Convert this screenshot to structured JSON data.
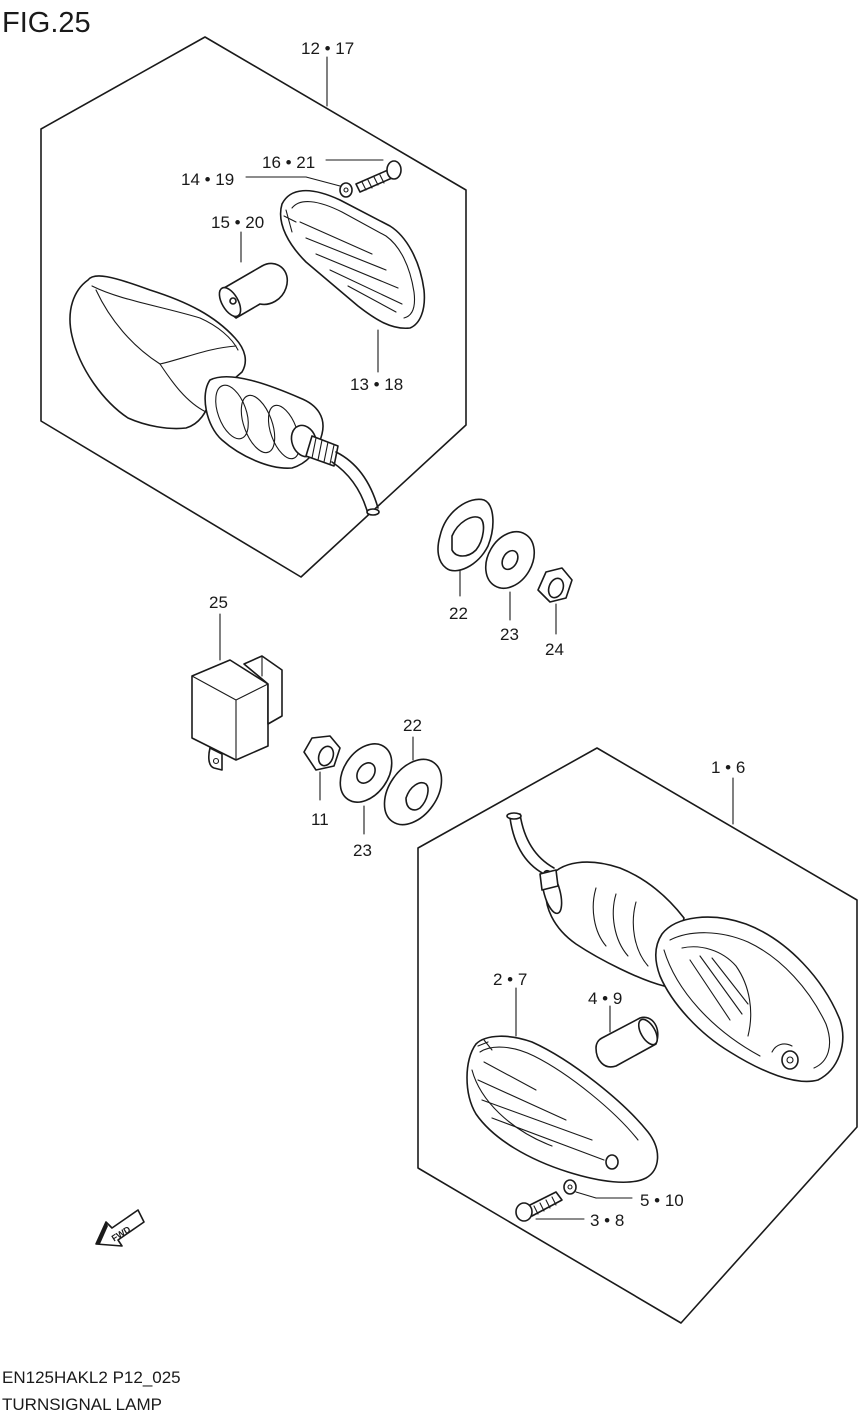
{
  "figure": {
    "title": "FIG.25",
    "model_code": "EN125HAKL2 P12_025",
    "caption": "TURNSIGNAL LAMP"
  },
  "callouts": {
    "c12_17": "12 • 17",
    "c16_21": "16 • 21",
    "c14_19": "14 • 19",
    "c15_20": "15 • 20",
    "c13_18": "13 • 18",
    "c22a": "22",
    "c23a": "23",
    "c24": "24",
    "c25": "25",
    "c22b": "22",
    "c11": "11",
    "c23b": "23",
    "c1_6": "1 • 6",
    "c2_7": "2 • 7",
    "c4_9": "4 • 9",
    "c5_10": "5 • 10",
    "c3_8": "3 • 8"
  },
  "fwd_mark": "FWD",
  "icons": [
    "fwd-arrow-icon"
  ]
}
